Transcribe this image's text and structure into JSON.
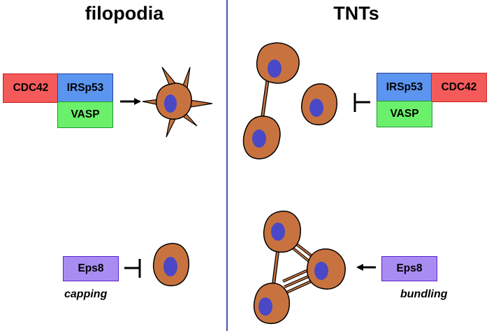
{
  "titles": {
    "left": "filopodia",
    "right": "TNTs"
  },
  "proteins": {
    "cdc42": "CDC42",
    "irsp53": "IRSp53",
    "vasp": "VASP",
    "eps8": "Eps8"
  },
  "captions": {
    "left": "capping",
    "right": "bundling"
  },
  "colors": {
    "cdc42": "#f55a5a",
    "irsp53": "#5b95f0",
    "vasp": "#6bf06b",
    "eps8": "#a98cf2",
    "cell_body": "#c8733f",
    "nucleus": "#4a48c6",
    "divider": "#4a55a8"
  },
  "icons": [
    "arrow-icon",
    "inhibition-icon",
    "cell-icon"
  ]
}
